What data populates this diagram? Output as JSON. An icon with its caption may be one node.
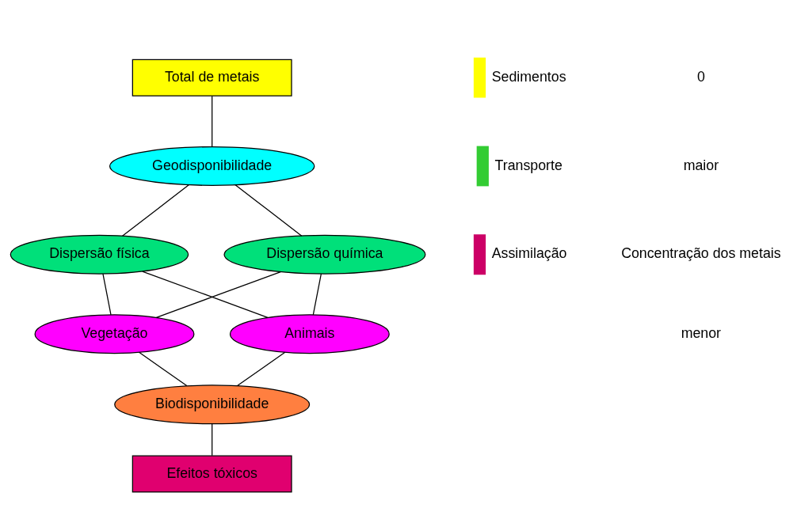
{
  "diagram": {
    "nodes": [
      {
        "text": [
          "Total de metais"
        ]
      },
      {
        "text": [
          "Geodisponibilidade"
        ]
      },
      {
        "text": [
          "Dispersão física"
        ]
      },
      {
        "text": [
          "Dispersão química"
        ]
      },
      {
        "text": [
          "Vegetação"
        ]
      },
      {
        "text": [
          "Animais"
        ]
      },
      {
        "text": [
          "Biodisponibilidade"
        ]
      },
      {
        "text": [
          "Efeitos tóxicos"
        ]
      }
    ],
    "edges": [
      {
        "from": 0,
        "to": 1,
        "arrow": "none"
      },
      {
        "from": 1,
        "to": 2,
        "arrow": "none"
      },
      {
        "from": 1,
        "to": 3,
        "arrow": "none"
      },
      {
        "from": 2,
        "to": 4,
        "arrow": "none"
      },
      {
        "from": 2,
        "to": 5,
        "arrow": "none"
      },
      {
        "from": 3,
        "to": 4,
        "arrow": "none"
      },
      {
        "from": 3,
        "to": 5,
        "arrow": "none"
      },
      {
        "from": 4,
        "to": 6,
        "arrow": "none"
      },
      {
        "from": 5,
        "to": 6,
        "arrow": "none"
      },
      {
        "from": 6,
        "to": 7,
        "arrow": "none"
      }
    ],
    "labels": [
      "0",
      "maior",
      "Concentração dos metais",
      "menor"
    ],
    "legend": [
      {
        "text": "Sedimentos",
        "color": "#ffff00"
      },
      {
        "text": "Transporte",
        "color": "#33cc33"
      },
      {
        "text": "Assimilação",
        "color": "#cc0066"
      }
    ]
  }
}
